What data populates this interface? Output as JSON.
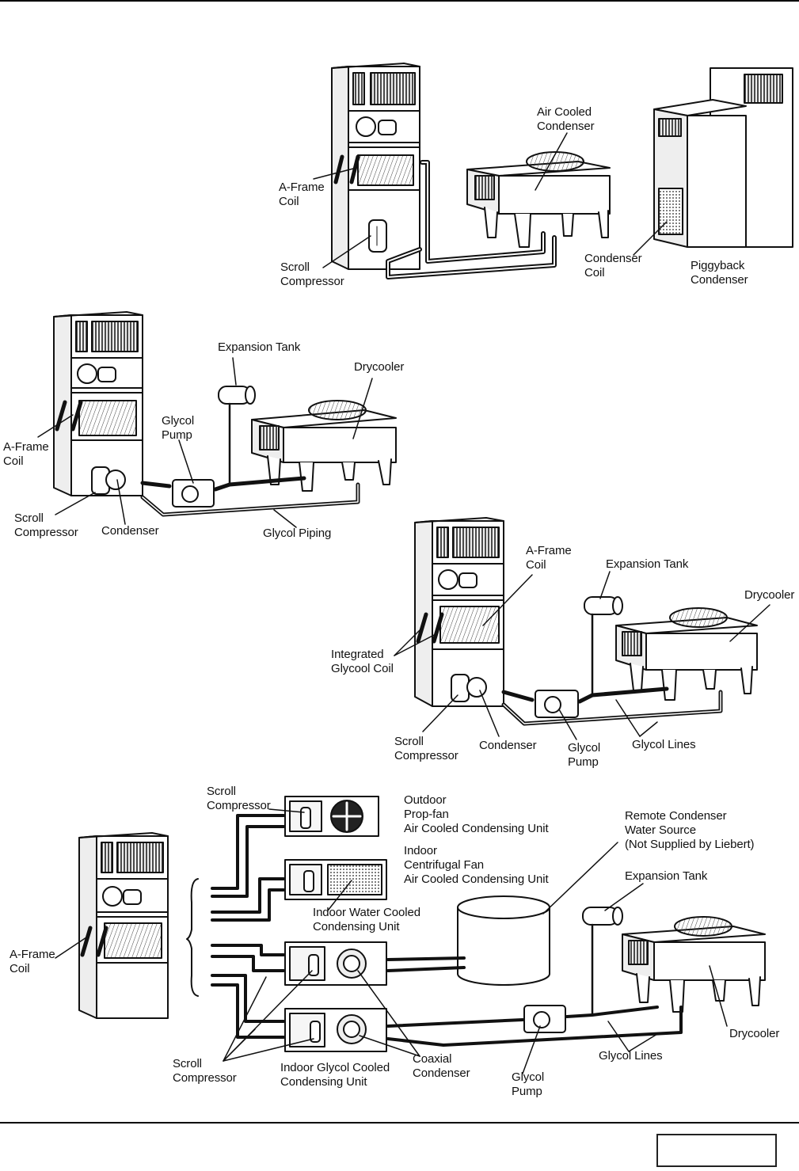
{
  "labels": {
    "d1_aframe": "A-Frame\nCoil",
    "d1_scroll": "Scroll\nCompressor",
    "d1_aircooled": "Air Cooled\nCondenser",
    "d1_condcoil": "Condenser\nCoil",
    "d1_piggyback": "Piggyback\nCondenser",
    "d2_exptank": "Expansion Tank",
    "d2_drycooler": "Drycooler",
    "d2_glycolpump": "Glycol\nPump",
    "d2_aframe": "A-Frame\nCoil",
    "d2_scroll": "Scroll\nCompressor",
    "d2_condenser": "Condenser",
    "d2_glycolpiping": "Glycol Piping",
    "d3_aframe": "A-Frame\nCoil",
    "d3_exptank": "Expansion Tank",
    "d3_drycooler": "Drycooler",
    "d3_integrated": "Integrated\nGlycool Coil",
    "d3_scroll": "Scroll\nCompressor",
    "d3_condenser": "Condenser",
    "d3_glycolpump": "Glycol\nPump",
    "d3_glycollines": "Glycol Lines",
    "d4_scroll_top": "Scroll\nCompressor",
    "d4_outdoor": "Outdoor\nProp-fan\nAir Cooled Condensing Unit",
    "d4_indoor_cf": "Indoor\nCentrifugal Fan\nAir Cooled Condensing Unit",
    "d4_remote": "Remote Condenser\nWater Source\n(Not Supplied by Liebert)",
    "d4_exptank": "Expansion Tank",
    "d4_indoor_wc": "Indoor Water Cooled\nCondensing Unit",
    "d4_aframe": "A-Frame\nCoil",
    "d4_drycooler": "Drycooler",
    "d4_glycollines": "Glycol Lines",
    "d4_scroll_bottom": "Scroll\nCompressor",
    "d4_indoor_gc": "Indoor Glycol Cooled\nCondensing Unit",
    "d4_coaxial": "Coaxial\nCondenser",
    "d4_glycolpump": "Glycol\nPump"
  },
  "footer": {
    "page_number": ""
  }
}
